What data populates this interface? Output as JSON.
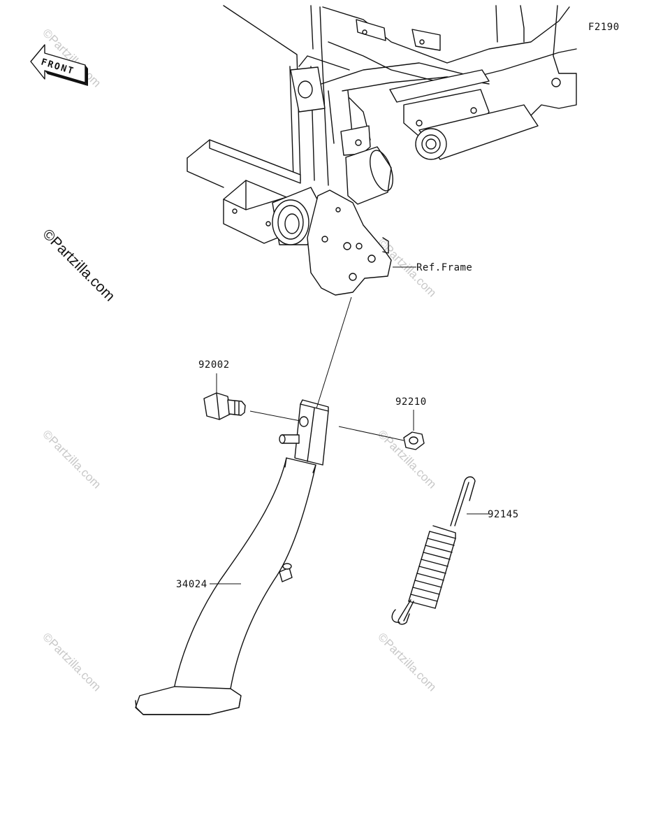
{
  "diagram": {
    "code": "F2190",
    "front_arrow_label": "FRONT",
    "watermark_main": "©Partzilla.com",
    "watermark_repeat": "©Partzilla.com",
    "ref_label": "Ref.Frame",
    "parts": {
      "bolt": "92002",
      "nut": "92210",
      "spring": "92145",
      "side_stand": "34024"
    }
  }
}
